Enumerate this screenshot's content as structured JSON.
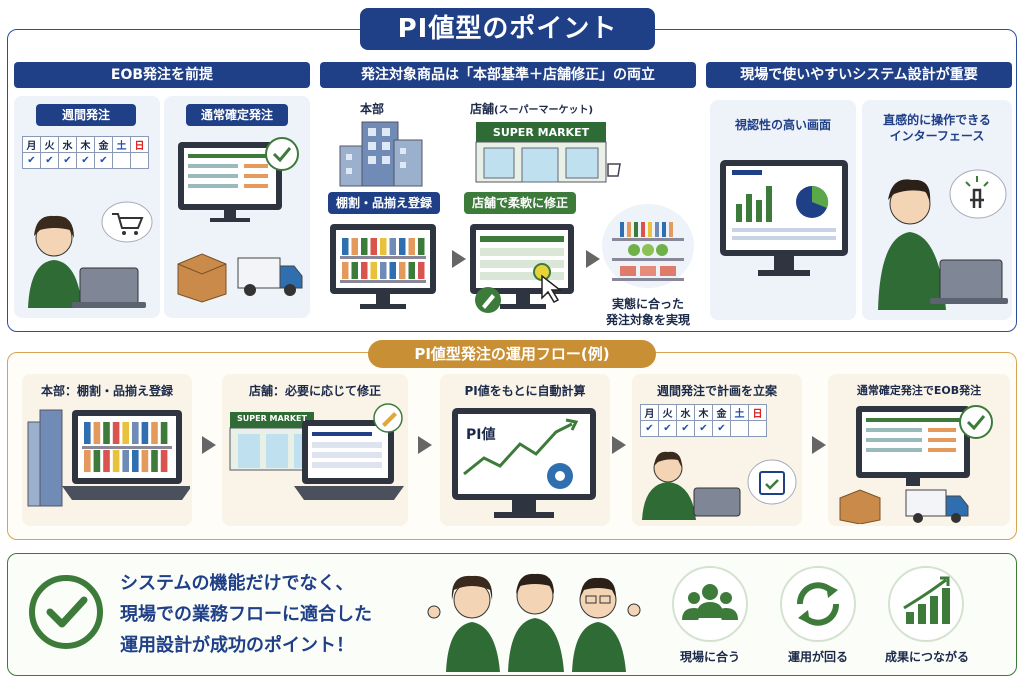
{
  "title": "PI値型のポイント",
  "section1": {
    "eob": {
      "header": "EOB発注を前提",
      "weekly": "週間発注",
      "regular": "通常確定発注",
      "days": [
        "月",
        "火",
        "水",
        "木",
        "金",
        "土",
        "日"
      ]
    },
    "target": {
      "header": "発注対象商品は「本部基準＋店舗修正」の両立",
      "hq": "本部",
      "store": "店舗",
      "store_sub": "(スーパーマーケット)",
      "store_sign": "SUPER MARKET",
      "shelf": "棚割・品揃え登録",
      "modify": "店舗で柔軟に修正",
      "result_line1": "実態に合った",
      "result_line2": "発注対象を実現"
    },
    "system": {
      "header": "現場で使いやすいシステム設計が重要",
      "visibility": "視認性の高い画面",
      "intuitive_line1": "直感的に操作できる",
      "intuitive_line2": "インターフェース"
    }
  },
  "flow": {
    "header": "PI値型発注の運用フロー(例)",
    "steps": [
      {
        "label": "本部：棚割・品揃え登録"
      },
      {
        "label": "店舗：必要に応じて修正",
        "sign": "SUPER MARKET"
      },
      {
        "label": "PI値をもとに自動計算",
        "chart": "PI値"
      },
      {
        "label": "週間発注で計画を立案"
      },
      {
        "label": "通常確定発注でEOB発注"
      }
    ]
  },
  "summary": {
    "line1": "システムの機能だけでなく、",
    "line2": "現場での業務フローに適合した",
    "line3": "運用設計が成功のポイント！",
    "icons": [
      {
        "label": "現場に合う",
        "icon": "people-icon"
      },
      {
        "label": "運用が回る",
        "icon": "cycle-icon"
      },
      {
        "label": "成果につながる",
        "icon": "growth-chart-icon"
      }
    ]
  },
  "colors": {
    "navy": "#1f3f86",
    "green": "#3d7b3a",
    "gold": "#c98f34"
  }
}
